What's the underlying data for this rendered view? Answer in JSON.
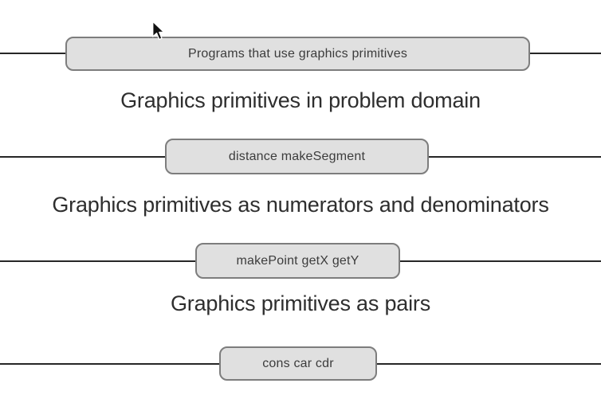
{
  "slide": {
    "background_color": "#ffffff",
    "barrier_line_color": "#262626",
    "box_fill_color": "#e0e0e0",
    "box_border_color": "#7d7d7d",
    "box_text_color": "#3c3c3c",
    "caption_text_color": "#2e2e2e"
  },
  "layers": [
    {
      "box_label": "Programs that use graphics primitives",
      "caption": "Graphics primitives in problem domain"
    },
    {
      "box_label": "distance makeSegment",
      "caption": "Graphics primitives as numerators and denominators"
    },
    {
      "box_label": "makePoint getX getY",
      "caption": "Graphics primitives as pairs"
    },
    {
      "box_label": "cons car cdr"
    }
  ],
  "cursor": {
    "icon": "arrow-pointer"
  }
}
